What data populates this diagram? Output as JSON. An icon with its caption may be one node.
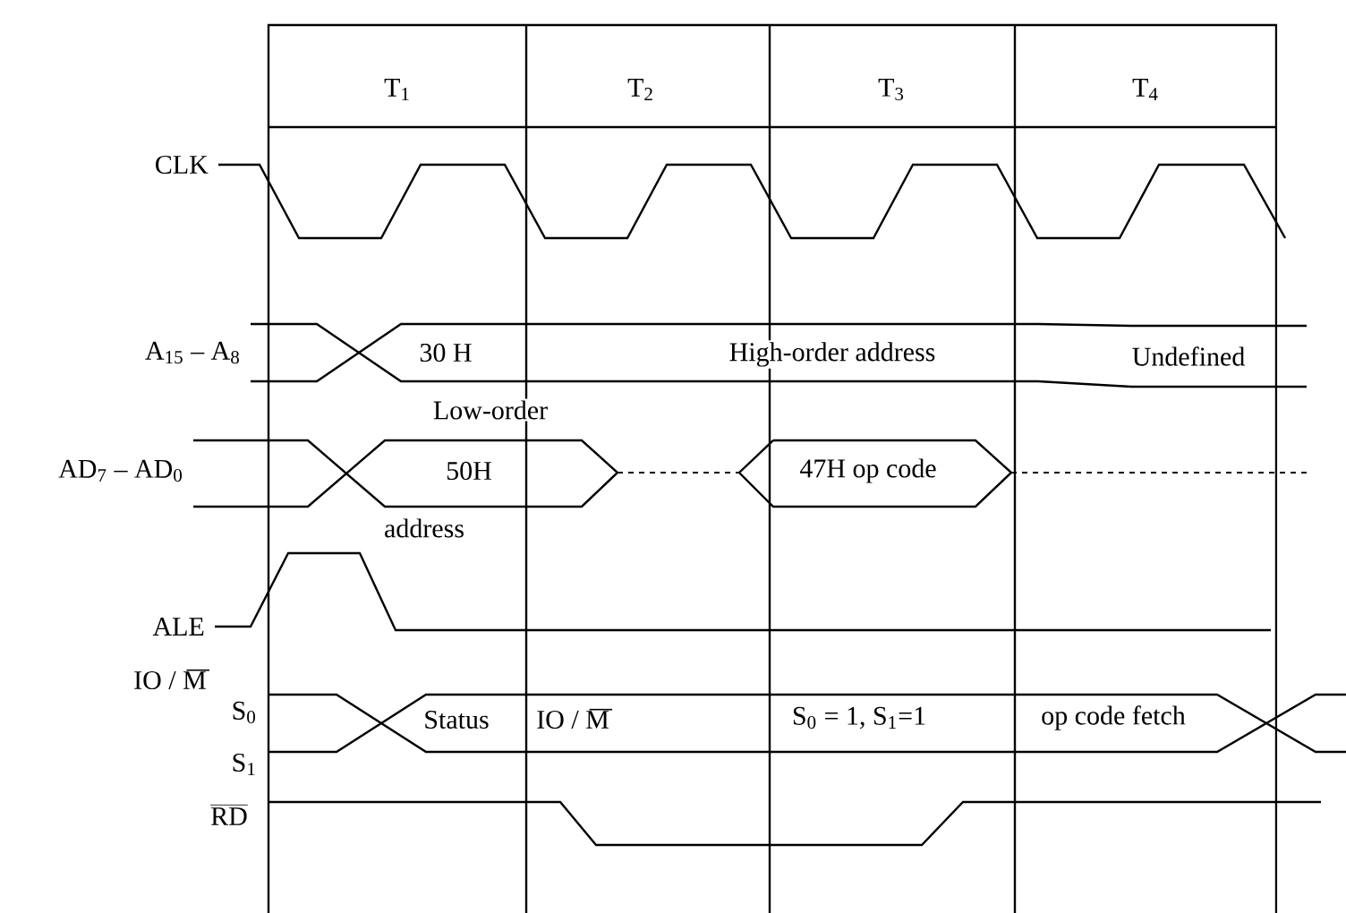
{
  "diagram": {
    "labels": [
      "T$_{1}$",
      "T$_{2}$",
      "T$_{3}$",
      "T$_{4}$",
      "CLK",
      "A$_{15}$ – A$_{8}$",
      "30 H",
      "High-order address",
      "Undefined",
      "Low-order",
      "AD$_{7}$ – AD$_{0}$",
      "50H",
      "47H   op code",
      "address",
      "ALE",
      "IO / M",
      "S$_{0}$",
      "Status",
      "IO / M",
      "S$_{0}$ = 1, S$_{1}$=1",
      "op code fetch",
      "S$_{1}$",
      "RD"
    ]
  }
}
